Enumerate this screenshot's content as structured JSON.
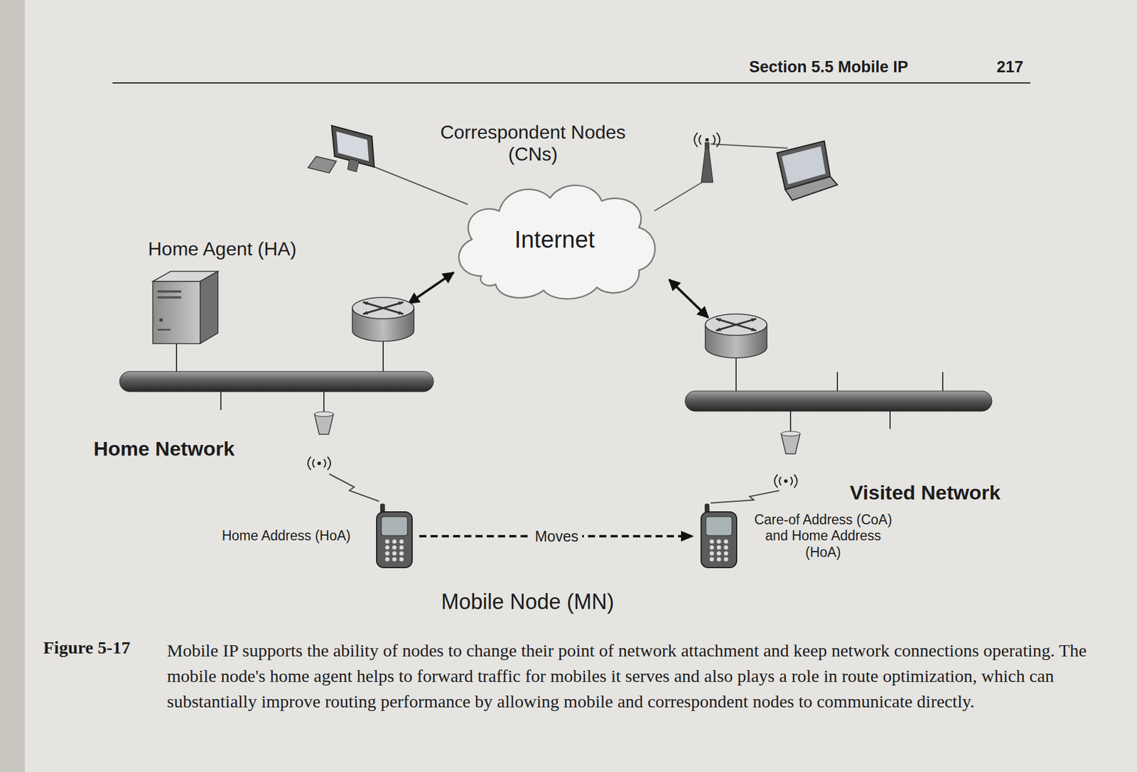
{
  "diagram": {
    "caption": "Mobile IP supports the ability of nodes to change their point of network attachment and keep network connections operating. The mobile node's home agent helps to forward traffic for mobiles it serves and also plays a role in route optimization, which can substantially improve routing performance by allowing mobile and correspondent nodes to communicate directly.",
    "nodes": [
      {
        "text": [
          "Internet"
        ]
      },
      {
        "text": [
          "Home Address (HoA)"
        ]
      },
      {
        "text": [
          "Care-of Address (CoA) and Home Address (HoA)"
        ]
      }
    ],
    "edges": [
      {
        "from": 1,
        "to": 2,
        "arrow": "to",
        "label": "Moves"
      }
    ],
    "labels": [
      "Section 5.5 Mobile IP",
      "217",
      "Correspondent Nodes (CNs)",
      "Home Agent (HA)",
      "Home Network",
      "Visited Network",
      "Mobile Node (MN)",
      "Figure 5-17"
    ]
  }
}
